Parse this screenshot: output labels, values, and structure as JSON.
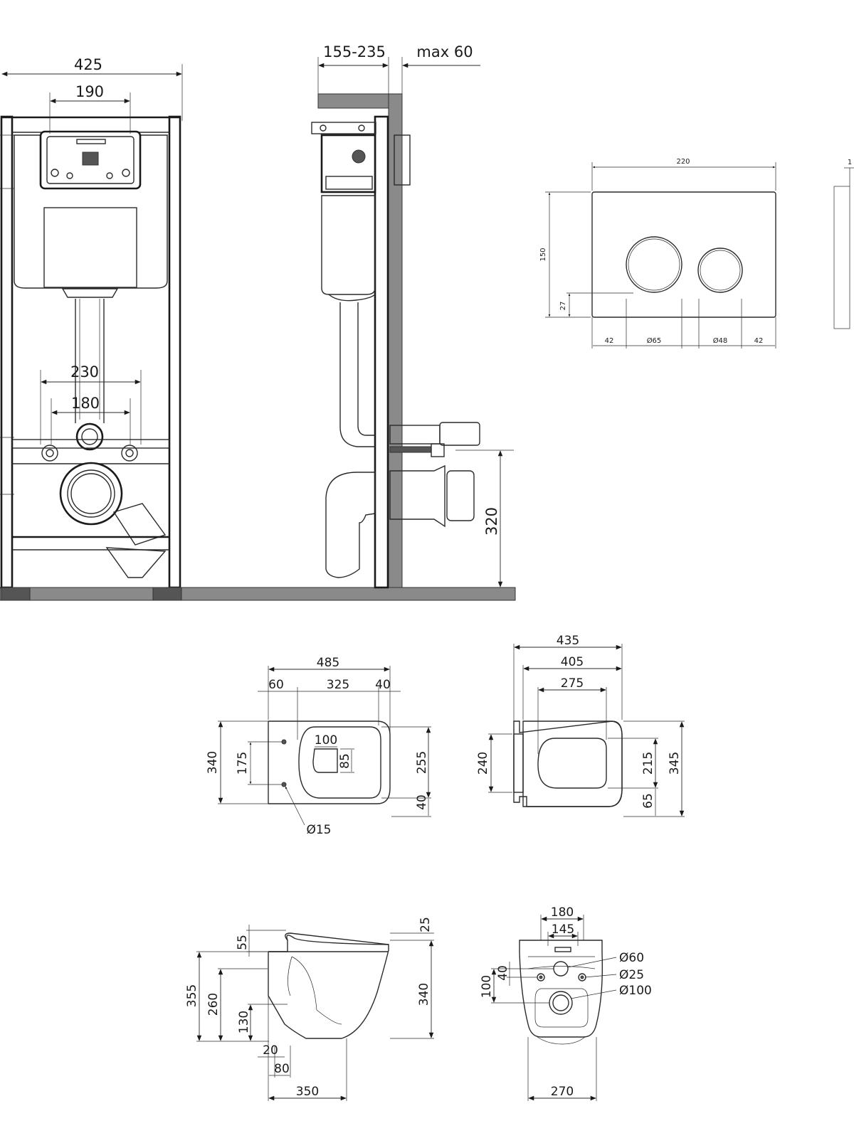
{
  "front_view": {
    "width_total": "425",
    "width_inner": "190",
    "pin_outer": "230",
    "pin_inner": "180"
  },
  "side_view": {
    "depth_range": "155-235",
    "max_wall": "max 60",
    "height_outlet": "320"
  },
  "flush_plate": {
    "width": "220",
    "height": "150",
    "offset": "27",
    "left_margin": "42",
    "big_button": "Ø65",
    "small_button": "Ø48",
    "right_margin": "42",
    "side_partial": "1"
  },
  "bowl_top": {
    "length": "485",
    "left_gap": "60",
    "middle": "325",
    "right_gap": "40",
    "depth": "340",
    "holes_spacing": "175",
    "opening_w": "100",
    "opening_h": "85",
    "inner_depth": "255",
    "bottom_gap": "40",
    "hole_dia": "Ø15"
  },
  "seat_top": {
    "outer": "435",
    "middle": "405",
    "inner": "275",
    "left_depth": "240",
    "inner_depth": "215",
    "total_depth": "345",
    "bottom_gap": "65"
  },
  "bowl_side": {
    "rim_top": "25",
    "rim_step": "55",
    "total_height": "355",
    "h_mid": "260",
    "h_low": "130",
    "right_height": "340",
    "foot": "20",
    "foot_depth": "80",
    "length": "350"
  },
  "bowl_rear": {
    "width_top": "180",
    "width_inner": "145",
    "d_large": "Ø60",
    "d_small": "Ø25",
    "d_outlet": "Ø100",
    "dim_40": "40",
    "dim_100": "100",
    "width_bottom": "270"
  }
}
